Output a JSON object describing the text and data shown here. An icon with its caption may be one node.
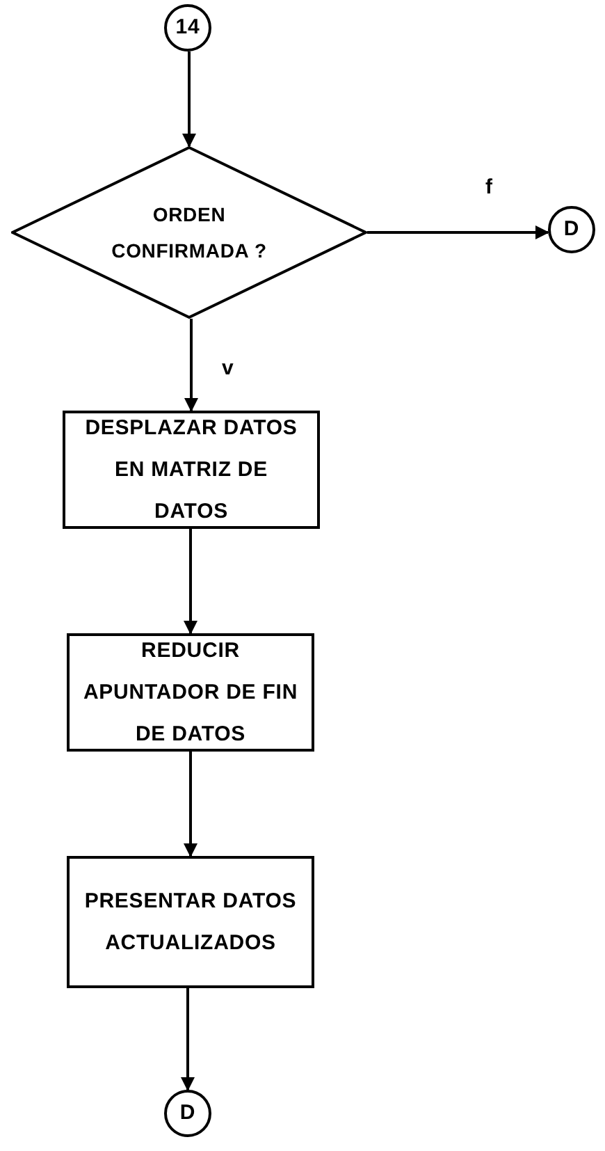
{
  "diagram": {
    "nodes": [
      {
        "text": [
          "14"
        ]
      },
      {
        "text": [
          "ORDEN CONFIRMADA ?"
        ]
      },
      {
        "text": [
          "D"
        ]
      },
      {
        "text": [
          "DESPLAZAR DATOS EN MATRIZ DE DATOS"
        ]
      },
      {
        "text": [
          "REDUCIR APUNTADOR DE FIN DE DATOS"
        ]
      },
      {
        "text": [
          "PRESENTAR DATOS ACTUALIZADOS"
        ]
      },
      {
        "text": [
          "D"
        ]
      }
    ],
    "edges": [
      {
        "from": 0,
        "to": 1,
        "arrow": "to"
      },
      {
        "from": 1,
        "to": 2,
        "arrow": "to",
        "label": "f"
      },
      {
        "from": 1,
        "to": 3,
        "arrow": "to",
        "label": "v"
      },
      {
        "from": 3,
        "to": 4,
        "arrow": "to"
      },
      {
        "from": 4,
        "to": 5,
        "arrow": "to"
      },
      {
        "from": 5,
        "to": 6,
        "arrow": "to"
      }
    ]
  }
}
